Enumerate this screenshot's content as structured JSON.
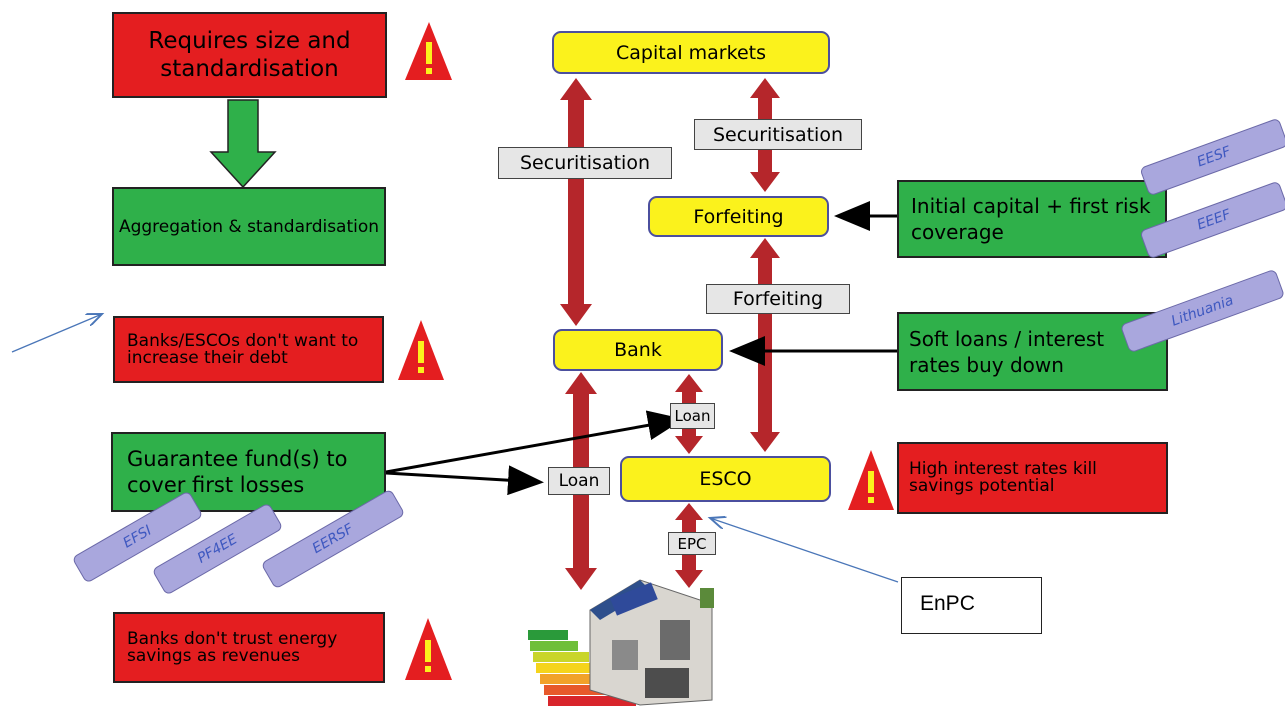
{
  "left_column": {
    "requires_size": "Requires size and standardisation",
    "aggregation": "Aggregation & standardisation",
    "banks_escos_debt": "Banks/ESCOs don't want to increase their debt",
    "guarantee_fund": "Guarantee fund(s) to cover first losses",
    "banks_trust": "Banks don't trust energy savings as revenues"
  },
  "center": {
    "capital_markets": "Capital markets",
    "forfeiting": "Forfeiting",
    "bank": "Bank",
    "esco": "ESCO"
  },
  "right_column": {
    "initial_capital": "Initial capital + first risk coverage",
    "soft_loans": "Soft loans / interest rates buy down",
    "high_interest": "High interest rates kill savings potential"
  },
  "flow_labels": {
    "securitisation_left": "Securitisation",
    "securitisation_right": "Securitisation",
    "forfeiting": "Forfeiting",
    "loan_upper": "Loan",
    "loan_left": "Loan",
    "epc": "EPC"
  },
  "tags": {
    "eesf": "EESF",
    "eeef": "EEEF",
    "lithuania": "Lithuania",
    "efsi": "EFSI",
    "pf4ee": "PF4EE",
    "eersf": "EERSF"
  },
  "callout": {
    "enpc": "EnPC"
  },
  "colors": {
    "red_box": "#e41e20",
    "green_box": "#2fb04a",
    "yellow_box": "#fbf21c",
    "dark_red_arrow": "#b5262b",
    "tag_fill": "#a9a7dd"
  }
}
